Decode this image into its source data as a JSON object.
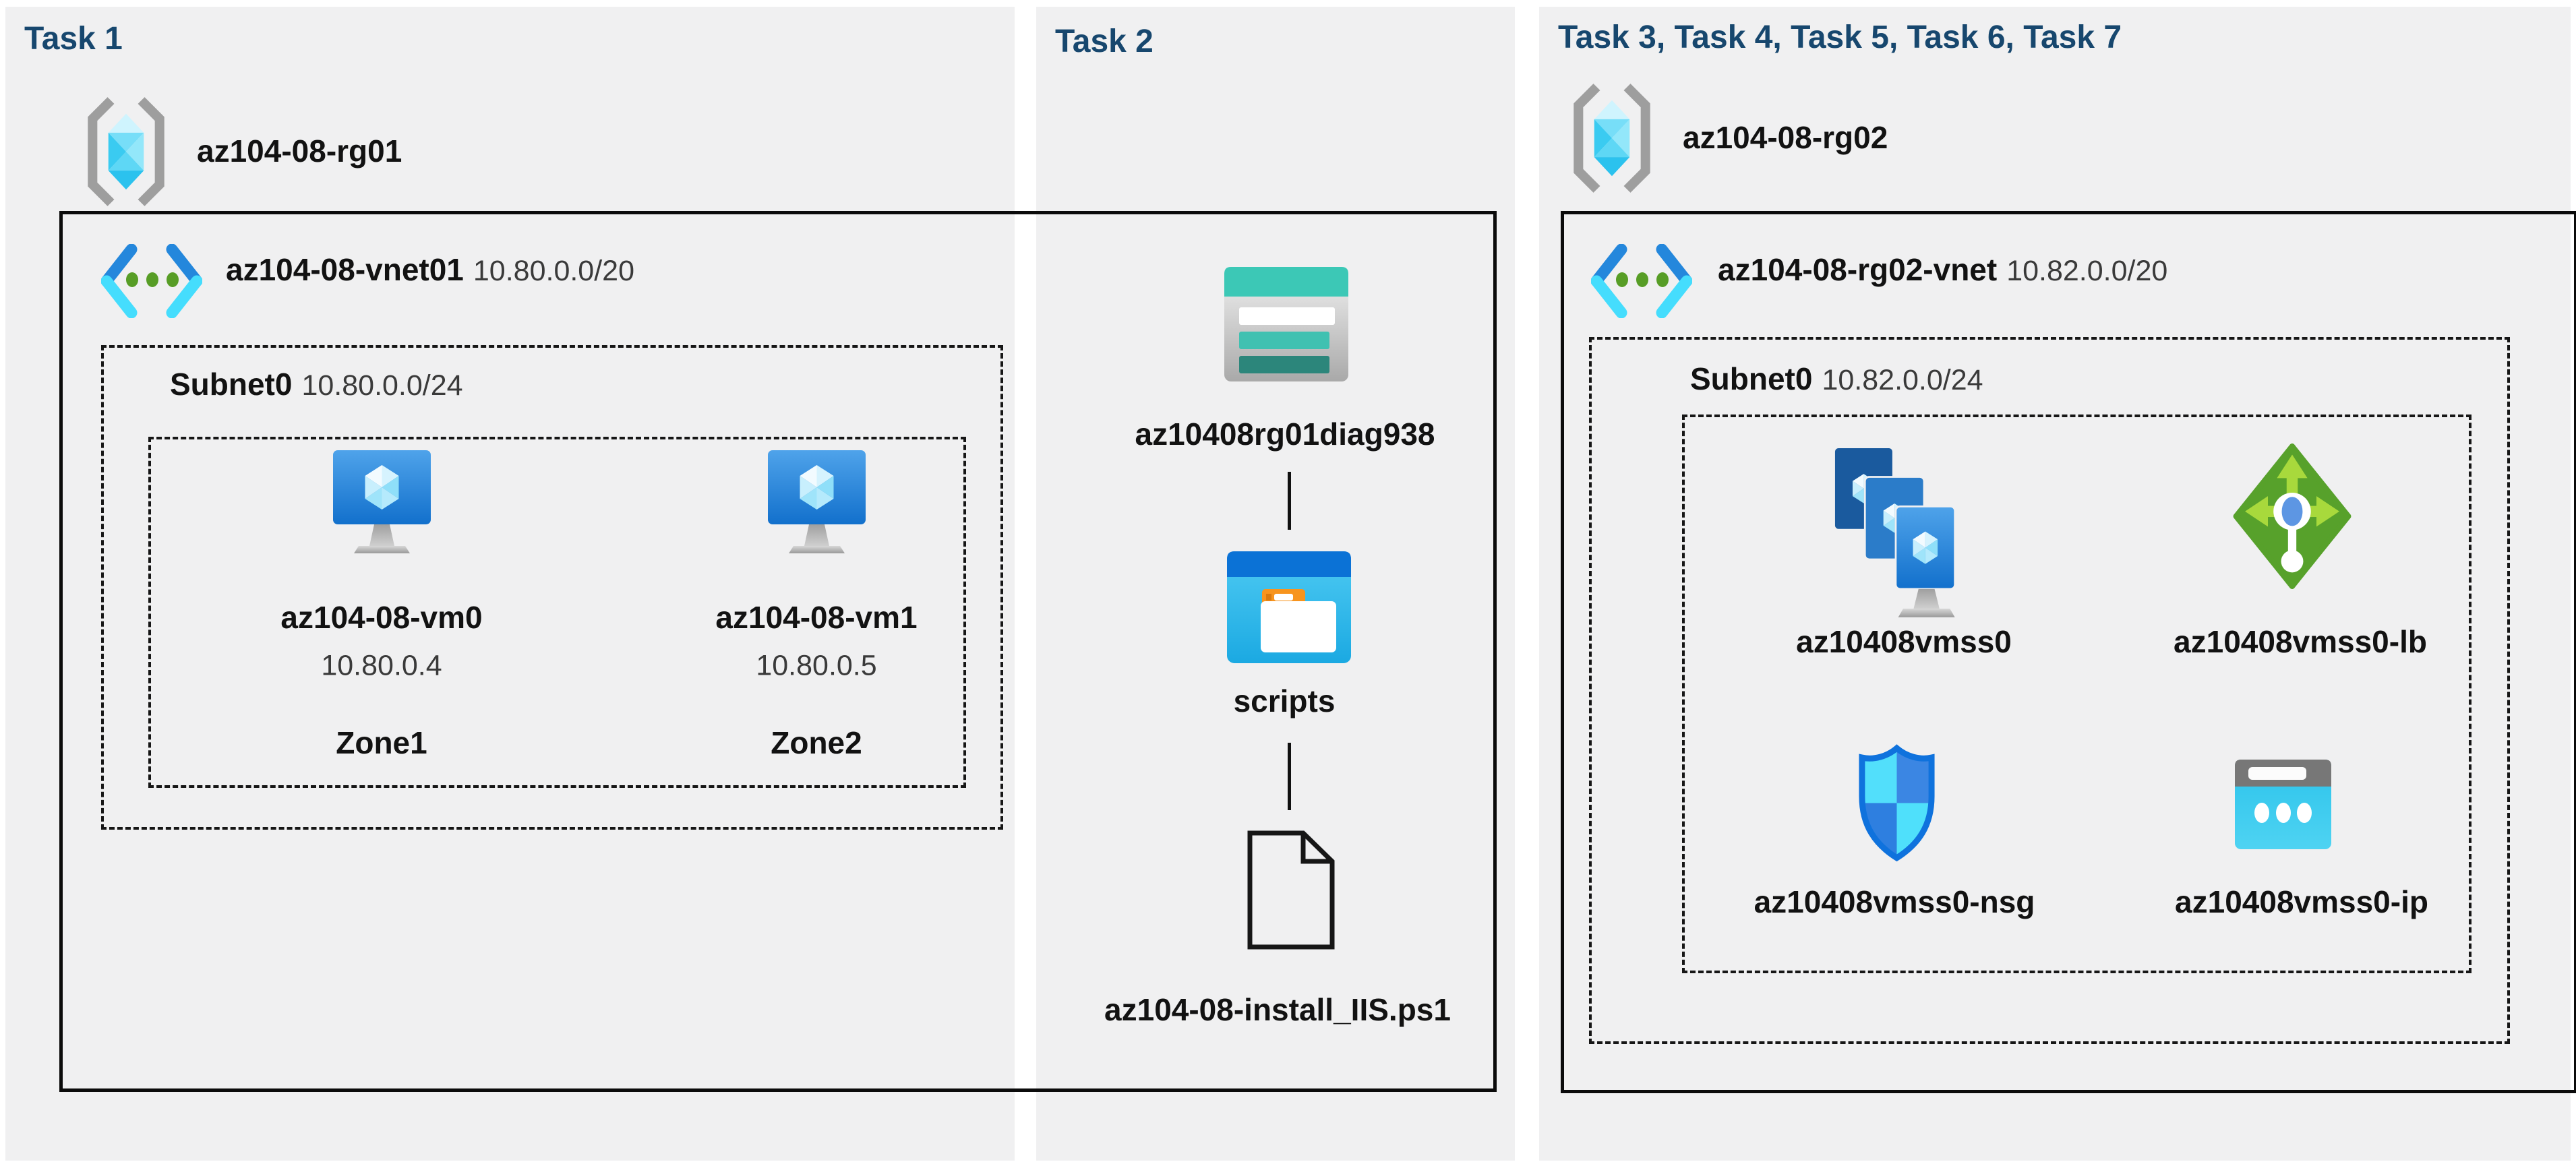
{
  "diagram": "Azure AZ-104 Lab 08 architecture",
  "colors": {
    "panel_bg": "#f0f0f1",
    "task_header": "#17476e",
    "boundary_line": "#0b0b0b",
    "vnet_blue": "#2487dc",
    "vnet_cyan": "#45ddfd",
    "vnet_dot_green": "#579d26",
    "vm_screen_top": "#4fa3ea",
    "vm_screen_bottom": "#1270cc",
    "lb_green": "#57a12b",
    "lb_arrow_green": "#a8d93c",
    "nsg_cyan": "#52dffb",
    "nsg_blue": "#3b86e3",
    "storage_teal": "#3cc8b6",
    "folder_orange": "#f7941e",
    "ip_cyan": "#31c7ed"
  },
  "tasks": {
    "task1": {
      "title": "Task 1",
      "resource_group": "az104-08-rg01",
      "vnet_name": "az104-08-vnet01",
      "vnet_cidr": "10.80.0.0/20",
      "subnet_name": "Subnet0",
      "subnet_cidr": "10.80.0.0/24",
      "vms": [
        {
          "name": "az104-08-vm0",
          "ip": "10.80.0.4",
          "zone": "Zone1"
        },
        {
          "name": "az104-08-vm1",
          "ip": "10.80.0.5",
          "zone": "Zone2"
        }
      ]
    },
    "task2": {
      "title": "Task 2",
      "storage_account": "az10408rg01diag938",
      "container": "scripts",
      "file": "az104-08-install_IIS.ps1"
    },
    "task3": {
      "title": "Task 3, Task 4, Task 5, Task 6, Task 7",
      "resource_group": "az104-08-rg02",
      "vnet_name": "az104-08-rg02-vnet",
      "vnet_cidr": "10.82.0.0/20",
      "subnet_name": "Subnet0",
      "subnet_cidr": "10.82.0.0/24",
      "resources": [
        {
          "name": "az10408vmss0",
          "type": "vm-scale-set"
        },
        {
          "name": "az10408vmss0-lb",
          "type": "load-balancer"
        },
        {
          "name": "az10408vmss0-nsg",
          "type": "network-security-group"
        },
        {
          "name": "az10408vmss0-ip",
          "type": "public-ip"
        }
      ]
    }
  }
}
